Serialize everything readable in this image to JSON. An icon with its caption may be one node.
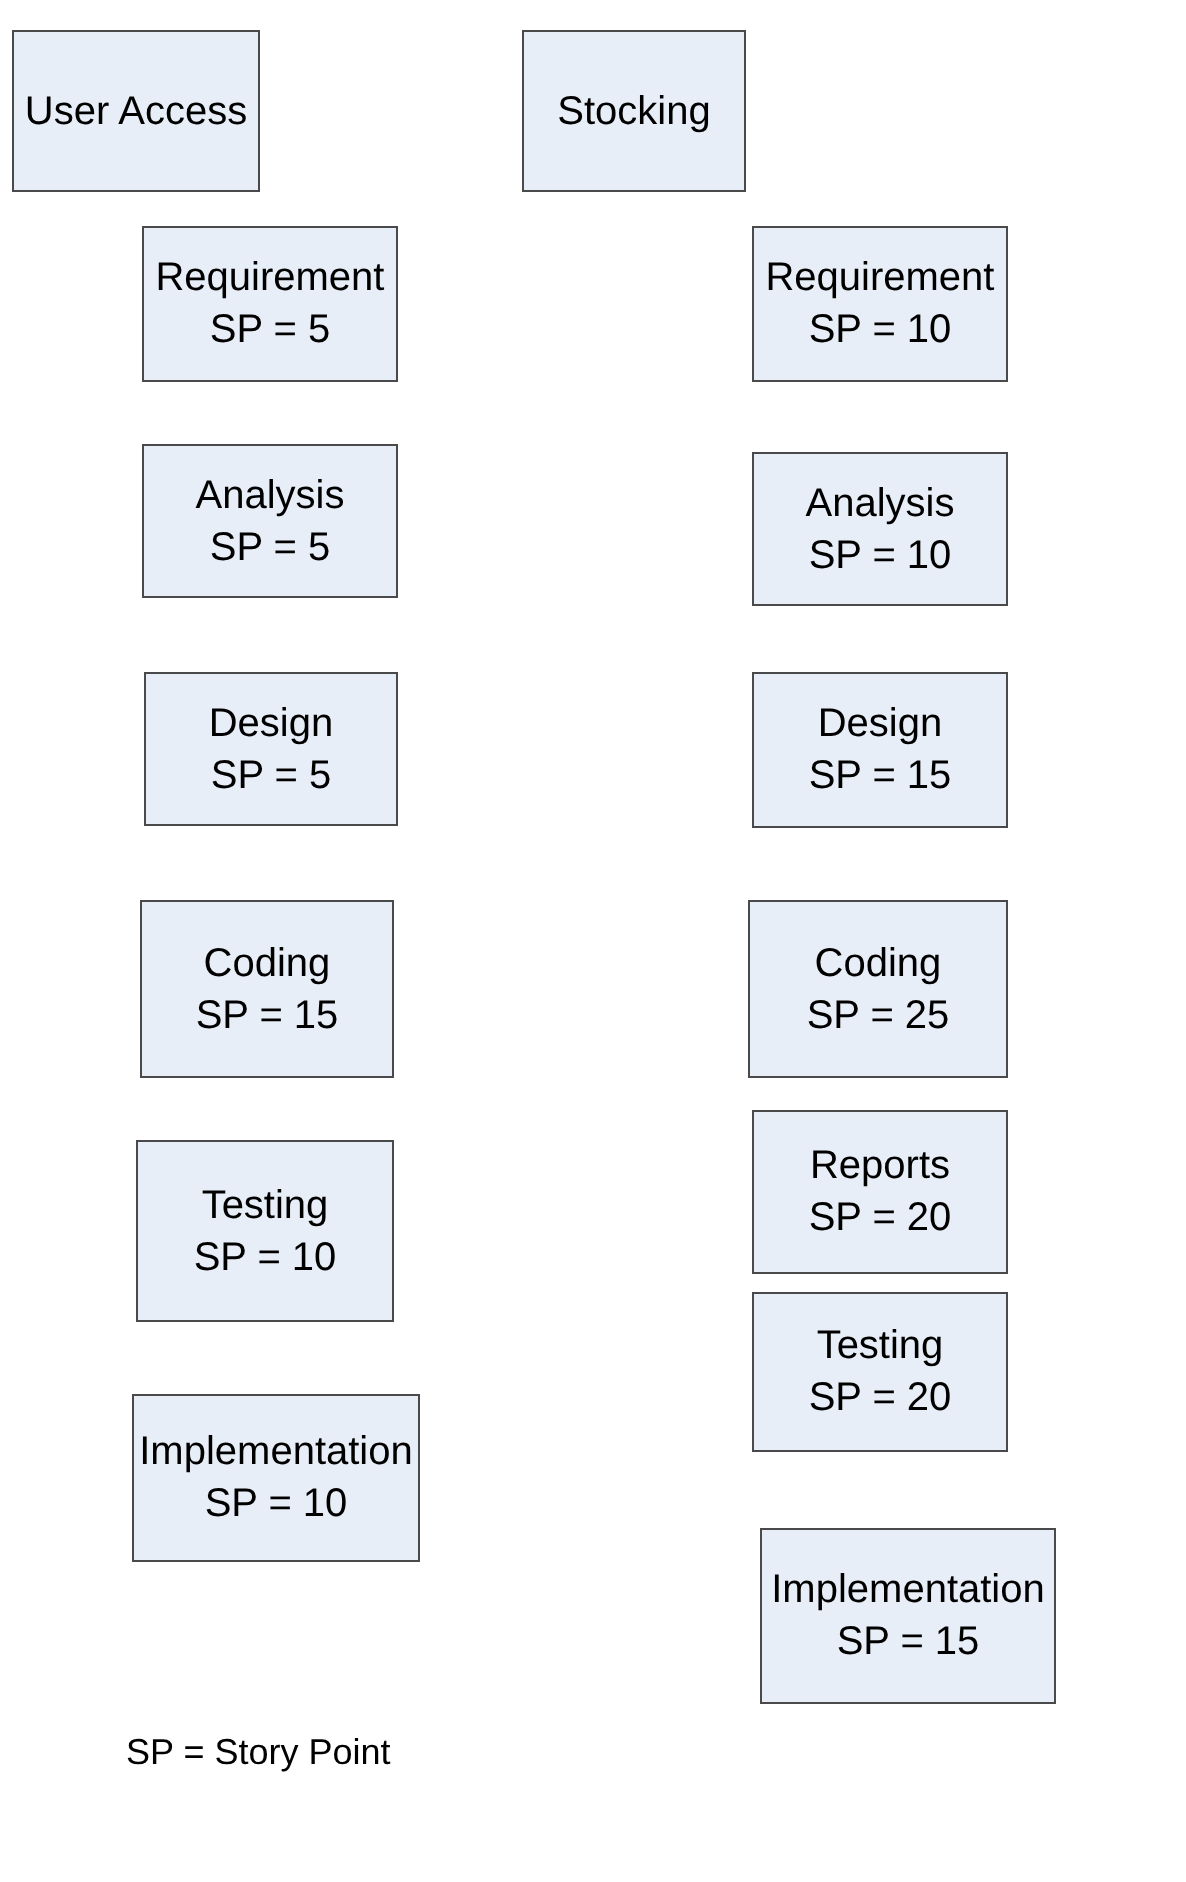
{
  "diagram": {
    "nodes": [
      {
        "text": [
          "User Access"
        ]
      },
      {
        "text": [
          "Stocking"
        ]
      },
      {
        "text": [
          "Requirement",
          "SP = 5"
        ]
      },
      {
        "text": [
          "Requirement",
          "SP = 10"
        ]
      },
      {
        "text": [
          "Analysis",
          "SP = 5"
        ]
      },
      {
        "text": [
          "Analysis",
          "SP = 10"
        ]
      },
      {
        "text": [
          "Design",
          "SP = 5"
        ]
      },
      {
        "text": [
          "Design",
          "SP = 15"
        ]
      },
      {
        "text": [
          "Coding",
          "SP = 15"
        ]
      },
      {
        "text": [
          "Coding",
          "SP = 25"
        ]
      },
      {
        "text": [
          "Reports",
          "SP = 20"
        ]
      },
      {
        "text": [
          "Testing",
          "SP = 10"
        ]
      },
      {
        "text": [
          "Testing",
          "SP = 20"
        ]
      },
      {
        "text": [
          "Implementation",
          "SP = 10"
        ]
      },
      {
        "text": [
          "Implementation",
          "SP = 15"
        ]
      }
    ],
    "labels": [
      "SP = Story Point"
    ]
  }
}
